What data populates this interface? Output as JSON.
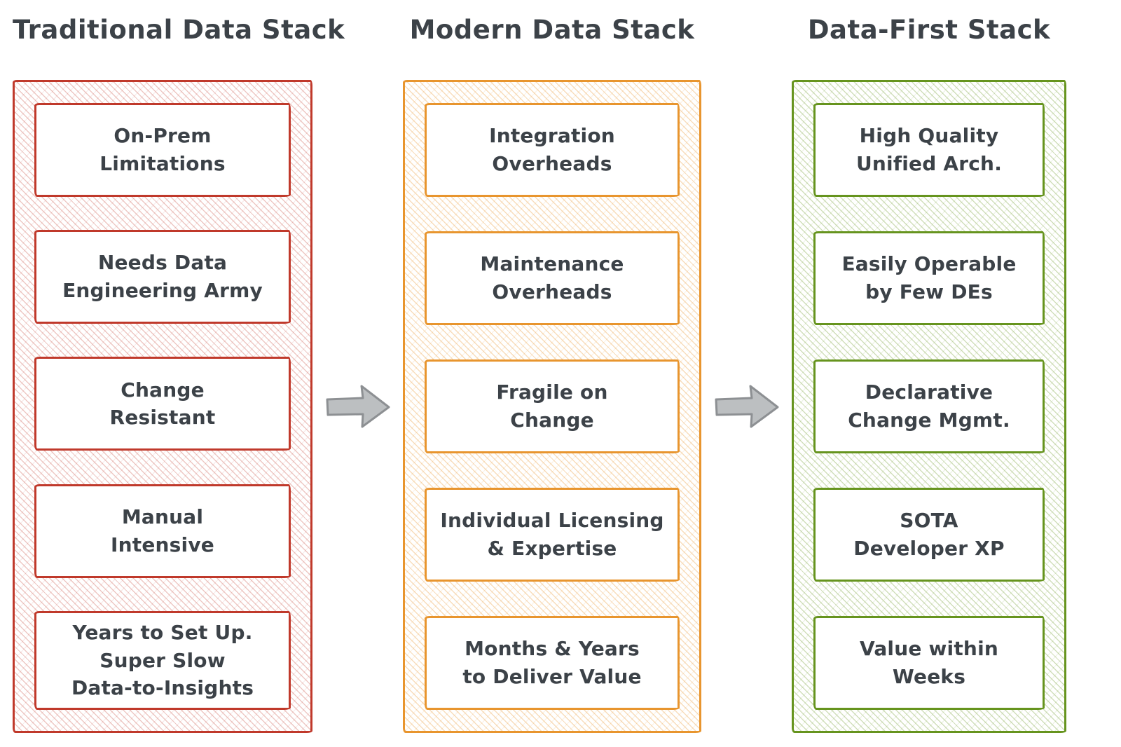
{
  "diagram": {
    "columns": [
      {
        "title": "Traditional Data Stack",
        "color": "#c0392b",
        "items": [
          "On-Prem\nLimitations",
          "Needs Data\nEngineering Army",
          "Change\nResistant",
          "Manual\nIntensive",
          "Years to Set Up.\nSuper Slow\nData-to-Insights"
        ]
      },
      {
        "title": "Modern Data Stack",
        "color": "#e8952e",
        "items": [
          "Integration\nOverheads",
          "Maintenance\nOverheads",
          "Fragile on\nChange",
          "Individual Licensing\n& Expertise",
          "Months & Years\nto Deliver Value"
        ]
      },
      {
        "title": "Data-First Stack",
        "color": "#66941e",
        "items": [
          "High Quality\nUnified Arch.",
          "Easily Operable\nby Few DEs",
          "Declarative\nChange Mgmt.",
          "SOTA\nDeveloper XP",
          "Value within\nWeeks"
        ]
      }
    ],
    "arrows": {
      "fill": "#bcbfc1",
      "stroke": "#8d9093",
      "direction": "right"
    },
    "text_color": "#3c4248"
  }
}
